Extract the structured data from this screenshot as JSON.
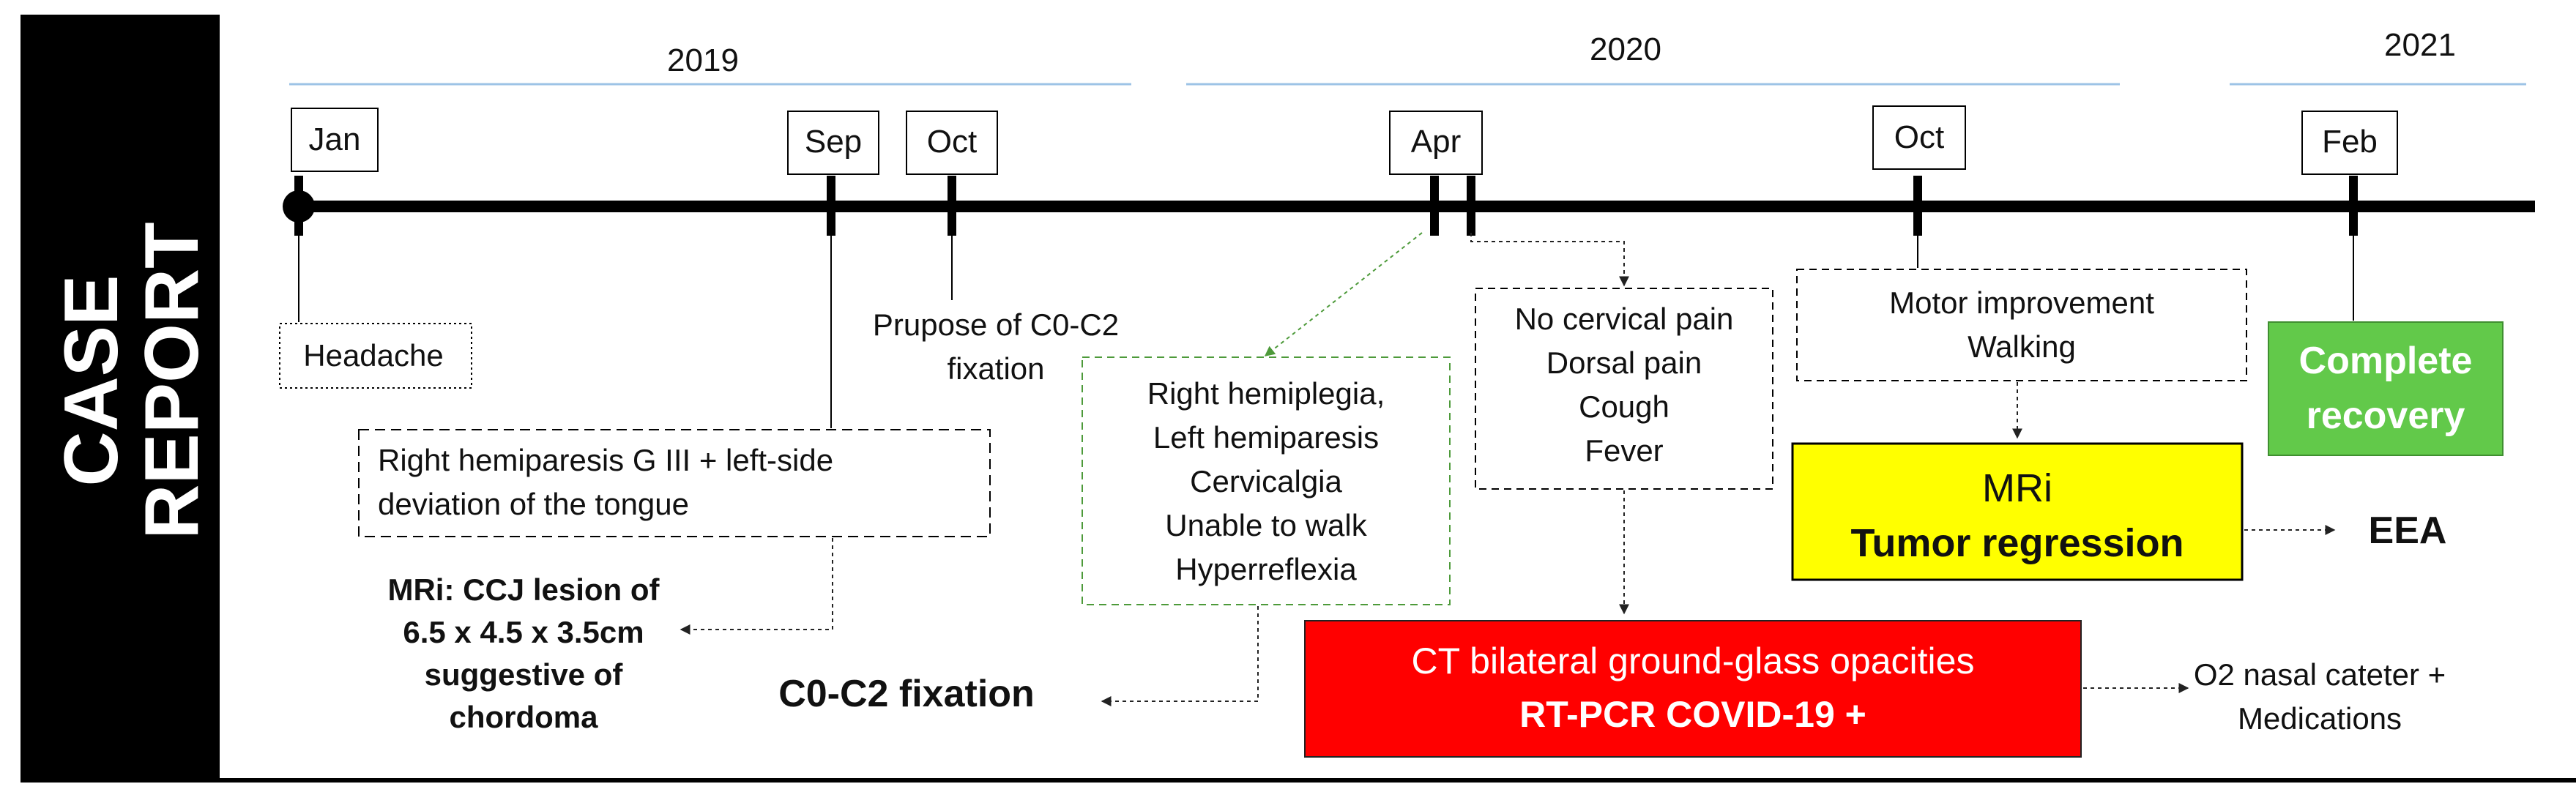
{
  "sidebar": {
    "line1": "CASE",
    "line2": "REPORT"
  },
  "years": [
    "2019",
    "2020",
    "2021"
  ],
  "months": [
    "Jan",
    "Sep",
    "Oct",
    "Apr",
    "Oct",
    "Feb"
  ],
  "colors": {
    "sidebar": "#000000",
    "year_rule": "#9dc3e6",
    "green_box": "#62c94a",
    "yellow_box": "#ffff00",
    "red_box": "#ff0000",
    "green_dash": "#4d9a3a"
  },
  "events": {
    "headache": "Headache",
    "hemiparesis": [
      "Right hemiparesis G III + left-side",
      "deviation of the tongue"
    ],
    "mri_ccj": [
      "MRi: CCJ lesion of",
      "6.5 x 4.5 x 3.5cm",
      "suggestive of",
      "chordoma"
    ],
    "purpose": [
      "Prupose of C0-C2",
      "fixation"
    ],
    "apr_symptoms": [
      "Right hemiplegia,",
      "Left hemiparesis",
      "Cervicalgia",
      "Unable to walk",
      "Hyperreflexia"
    ],
    "c0c2": "C0-C2 fixation",
    "covid_symptoms": [
      "No cervical pain",
      "Dorsal pain",
      "Cough",
      "Fever"
    ],
    "ct": [
      "CT bilateral ground-glass opacities",
      "RT-PCR COVID-19 +"
    ],
    "o2": [
      "O2 nasal cateter +",
      "Medications"
    ],
    "motor": [
      "Motor improvement",
      "Walking"
    ],
    "mri_regression": [
      "MRi",
      "Tumor regression"
    ],
    "eea": "EEA",
    "recovery": [
      "Complete",
      "recovery"
    ]
  }
}
